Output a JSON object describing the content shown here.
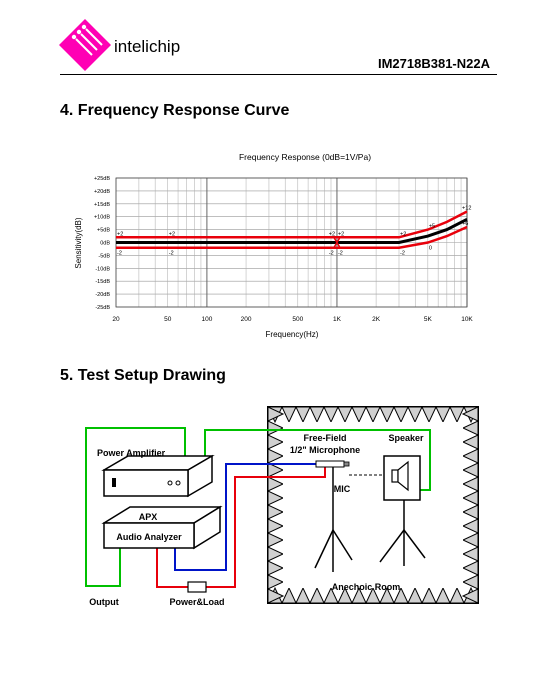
{
  "header": {
    "brand": "intelichip",
    "part_number": "IM2718B381-N22A"
  },
  "sections": {
    "freq_title": "4. Frequency Response Curve",
    "setup_title": "5. Test Setup Drawing"
  },
  "chart_data": {
    "type": "line",
    "title": "Frequency Response (0dB=1V/Pa)",
    "xlabel": "Frequency(Hz)",
    "ylabel": "Sensitivity(dB)",
    "x_scale": "log",
    "xlim": [
      20,
      10000
    ],
    "ylim": [
      -25,
      25
    ],
    "x_ticks": [
      {
        "v": 20,
        "label": "20"
      },
      {
        "v": 50,
        "label": "50"
      },
      {
        "v": 100,
        "label": "100"
      },
      {
        "v": 200,
        "label": "200"
      },
      {
        "v": 500,
        "label": "500"
      },
      {
        "v": 1000,
        "label": "1K"
      },
      {
        "v": 2000,
        "label": "2K"
      },
      {
        "v": 5000,
        "label": "5K"
      },
      {
        "v": 10000,
        "label": "10K"
      }
    ],
    "y_ticks": [
      {
        "v": 25,
        "label": "+25dB"
      },
      {
        "v": 20,
        "label": "+20dB"
      },
      {
        "v": 15,
        "label": "+15dB"
      },
      {
        "v": 10,
        "label": "+10dB"
      },
      {
        "v": 5,
        "label": "+5dB"
      },
      {
        "v": 0,
        "label": "0dB"
      },
      {
        "v": -5,
        "label": "-5dB"
      },
      {
        "v": -10,
        "label": "-10dB"
      },
      {
        "v": -15,
        "label": "-15dB"
      },
      {
        "v": -20,
        "label": "-20dB"
      },
      {
        "v": -25,
        "label": "-25dB"
      }
    ],
    "grid": true,
    "series": [
      {
        "color": "#e8000b",
        "x": [
          20,
          3000,
          5000,
          7000,
          10000
        ],
        "y": [
          2,
          2,
          5,
          8,
          12
        ]
      },
      {
        "color": "#000000",
        "x": [
          20,
          3000,
          5000,
          7000,
          10000
        ],
        "y": [
          0,
          0,
          2.5,
          5,
          9
        ]
      },
      {
        "color": "#e8000b",
        "x": [
          20,
          3000,
          5000,
          7000,
          10000
        ],
        "y": [
          -2,
          -2,
          0,
          2.5,
          6
        ]
      }
    ],
    "annotations": [
      {
        "x": 20,
        "y": 2,
        "text": "+2"
      },
      {
        "x": 50,
        "y": 2,
        "text": "+2"
      },
      {
        "x": 850,
        "y": 2,
        "text": "+2"
      },
      {
        "x": 1000,
        "y": 2,
        "text": "+2"
      },
      {
        "x": 3000,
        "y": 2,
        "text": "+2"
      },
      {
        "x": 5000,
        "y": 5,
        "text": "+5"
      },
      {
        "x": 9000,
        "y": 12,
        "text": "+12"
      },
      {
        "x": 20,
        "y": -2,
        "text": "-2"
      },
      {
        "x": 50,
        "y": -2,
        "text": "-2"
      },
      {
        "x": 850,
        "y": -2,
        "text": "-2"
      },
      {
        "x": 1000,
        "y": -2,
        "text": "-2"
      },
      {
        "x": 3000,
        "y": -2,
        "text": "-2"
      },
      {
        "x": 5000,
        "y": 0,
        "text": "0"
      },
      {
        "x": 9000,
        "y": 6,
        "text": "+6"
      }
    ]
  },
  "setup": {
    "power_amplifier": "Power Amplifier",
    "apx": "APX",
    "audio_analyzer": "Audio Analyzer",
    "free_field": "Free-Field",
    "microphone": "1/2\" Microphone",
    "speaker": "Speaker",
    "mic": "MIC",
    "anechoic_room": "Anechoic Room",
    "output": "Output",
    "power_load": "Power&Load",
    "colors": {
      "green": "#00c000",
      "red": "#e8000b",
      "blue": "#0014c8"
    }
  }
}
